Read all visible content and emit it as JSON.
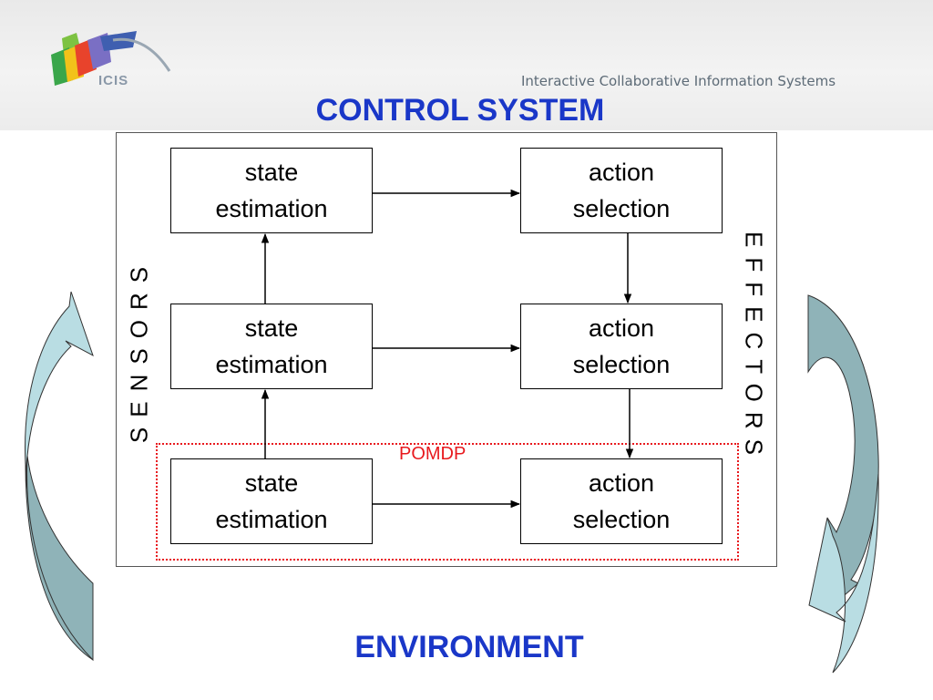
{
  "header": {
    "logo_text": "ICIS",
    "tagline": "Interactive Collaborative Information Systems"
  },
  "title": "CONTROL SYSTEM",
  "side_labels": {
    "left": "SENSORS",
    "right": "EFFECTORS"
  },
  "nodes": [
    {
      "line1": "state",
      "line2": "estimation"
    },
    {
      "line1": "action",
      "line2": "selection"
    },
    {
      "line1": "state",
      "line2": "estimation"
    },
    {
      "line1": "action",
      "line2": "selection"
    },
    {
      "line1": "state",
      "line2": "estimation"
    },
    {
      "line1": "action",
      "line2": "selection"
    }
  ],
  "pomdp_label": "POMDP",
  "environment_label": "ENVIRONMENT",
  "colors": {
    "title": "#1a37c8",
    "pomdp": "#e8191e",
    "cycle_arrow_light": "#b9dde3",
    "cycle_arrow_dark": "#8fb3b8"
  }
}
